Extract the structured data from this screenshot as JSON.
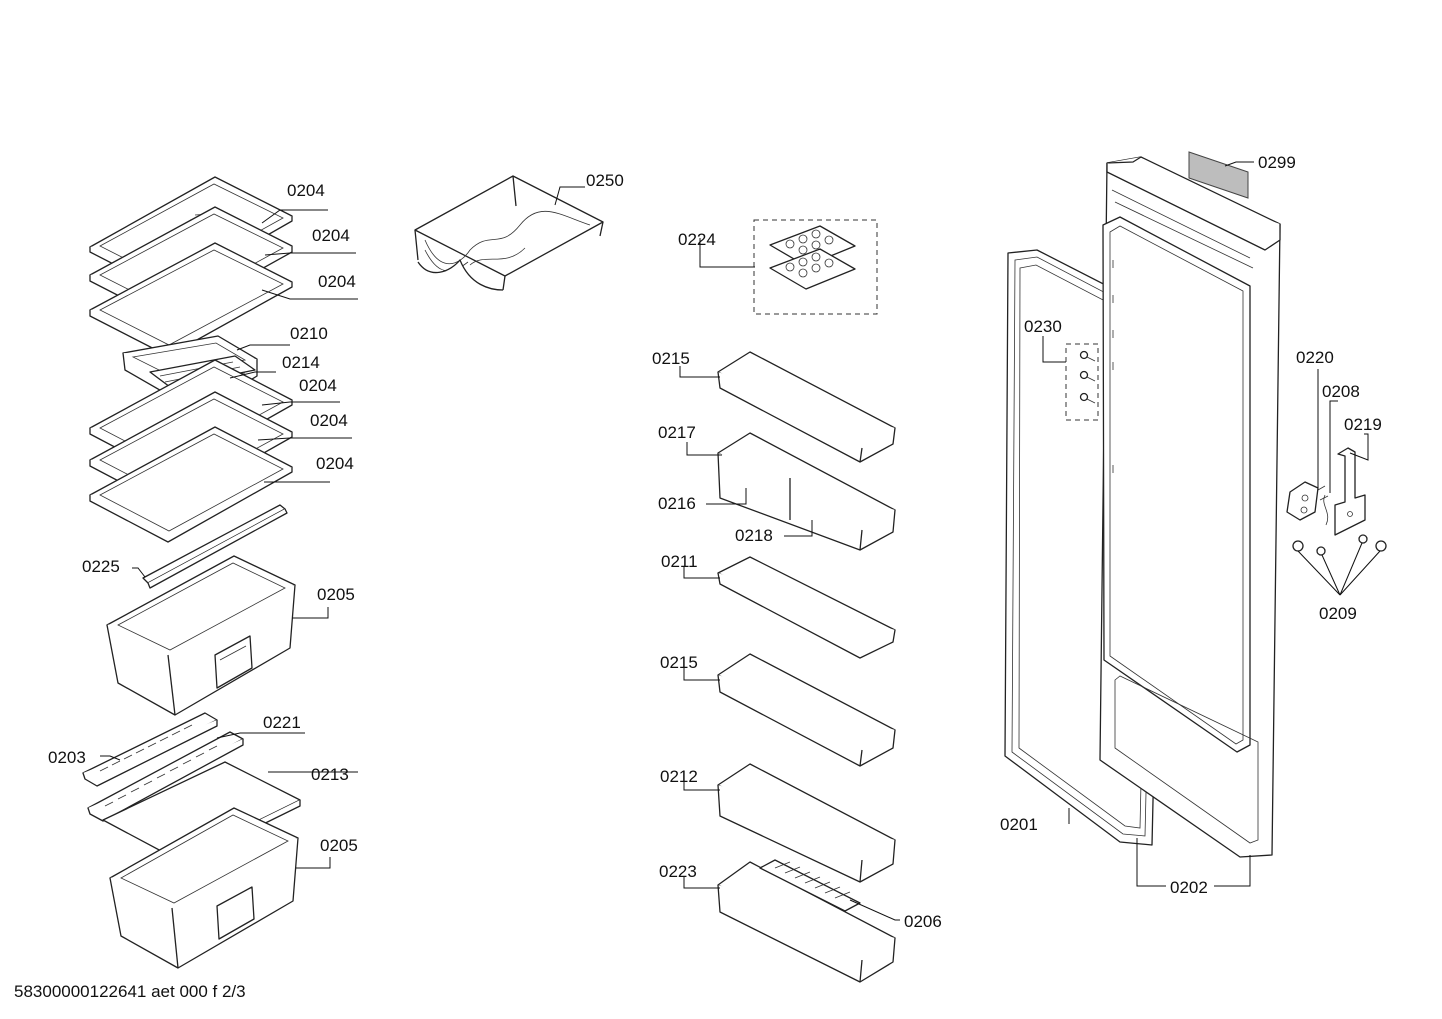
{
  "document_id": "58300000122641 aet 000 f 2/3",
  "callouts": {
    "c0204a": "0204",
    "c0204b": "0204",
    "c0204c": "0204",
    "c0210": "0210",
    "c0214": "0214",
    "c0204d": "0204",
    "c0204e": "0204",
    "c0204f": "0204",
    "c0225": "0225",
    "c0205a": "0205",
    "c0221": "0221",
    "c0203": "0203",
    "c0213": "0213",
    "c0205b": "0205",
    "c0250": "0250",
    "c0224": "0224",
    "c0215a": "0215",
    "c0217": "0217",
    "c0216": "0216",
    "c0218": "0218",
    "c0211": "0211",
    "c0215b": "0215",
    "c0212": "0212",
    "c0223": "0223",
    "c0206": "0206",
    "c0299": "0299",
    "c0230": "0230",
    "c0220": "0220",
    "c0208": "0208",
    "c0219": "0219",
    "c0209": "0209",
    "c0201": "0201",
    "c0202": "0202"
  }
}
